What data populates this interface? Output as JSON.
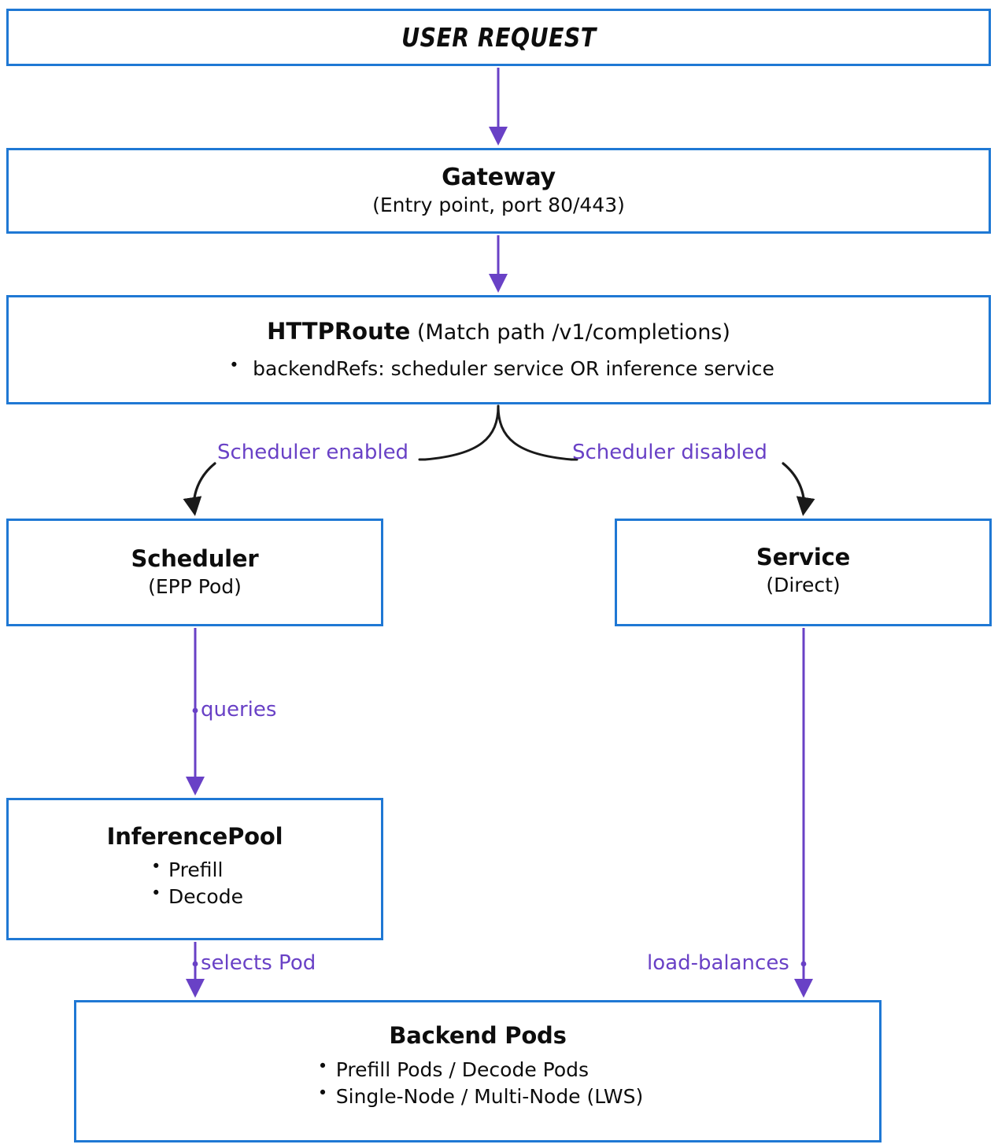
{
  "diagram": {
    "title": "Gateway inference request routing flow",
    "colors": {
      "node_border": "#1f78d4",
      "node_fill": "#ffffff",
      "flow_arrow": "#6941c6",
      "branch_arrow": "#1a1a1a",
      "text": "#0d0d0d",
      "label_text": "#6941c6"
    }
  },
  "nodes": {
    "user_request": {
      "title": "USER REQUEST"
    },
    "gateway": {
      "title": "Gateway",
      "subtitle": "(Entry point, port 80/443)"
    },
    "httproute": {
      "title": "HTTPRoute",
      "subtitle": "(Match path /v1/completions)",
      "bullets": [
        "backendRefs: scheduler service OR inference service"
      ]
    },
    "scheduler": {
      "title": "Scheduler",
      "subtitle": "(EPP Pod)"
    },
    "service": {
      "title": "Service",
      "subtitle": "(Direct)"
    },
    "inferencepool": {
      "title": "InferencePool",
      "bullets": [
        "Prefill",
        "Decode"
      ]
    },
    "backendpods": {
      "title": "Backend Pods",
      "bullets": [
        "Prefill Pods / Decode Pods",
        "Single-Node / Multi-Node (LWS)"
      ]
    }
  },
  "edges": {
    "user_to_gateway": {
      "label": ""
    },
    "gateway_to_httproute": {
      "label": ""
    },
    "scheduler_enabled": {
      "label": "Scheduler enabled"
    },
    "scheduler_disabled": {
      "label": "Scheduler disabled"
    },
    "scheduler_to_pool": {
      "label": "queries"
    },
    "pool_to_backend": {
      "label": "selects Pod"
    },
    "service_to_backend": {
      "label": "load-balances"
    }
  }
}
